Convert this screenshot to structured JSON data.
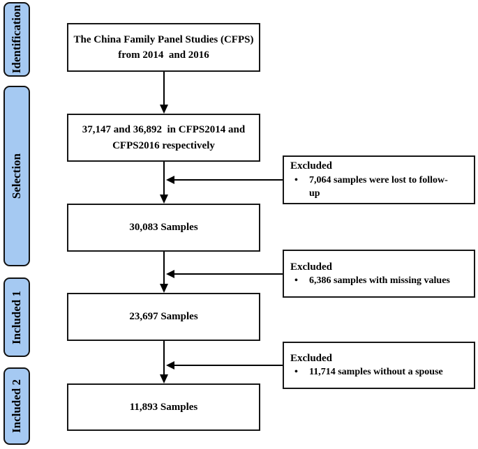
{
  "stages": [
    {
      "label": "Identification"
    },
    {
      "label": "Selection"
    },
    {
      "label": "Included 1"
    },
    {
      "label": "Included 2"
    }
  ],
  "flow": {
    "bullet_glyph": "•",
    "boxes": [
      {
        "text": "The China Family Panel Studies (CFPS)\nfrom 2014  and 2016"
      },
      {
        "text": "37,147 and 36,892  in CFPS2014 and\nCFPS2016 respectively"
      },
      {
        "text": "30,083 Samples"
      },
      {
        "text": "23,697 Samples"
      },
      {
        "text": "11,893 Samples"
      }
    ],
    "exclusions": [
      {
        "title": "Excluded",
        "bullet": "7,064 samples were lost to follow-\nup"
      },
      {
        "title": "Excluded",
        "bullet": "6,386 samples with missing values"
      },
      {
        "title": "Excluded",
        "bullet": "11,714 samples without a spouse"
      }
    ]
  },
  "colors": {
    "stage_fill": "#a5c9f2",
    "outline": "#161616",
    "arrow": "#000000",
    "background": "#ffffff"
  }
}
